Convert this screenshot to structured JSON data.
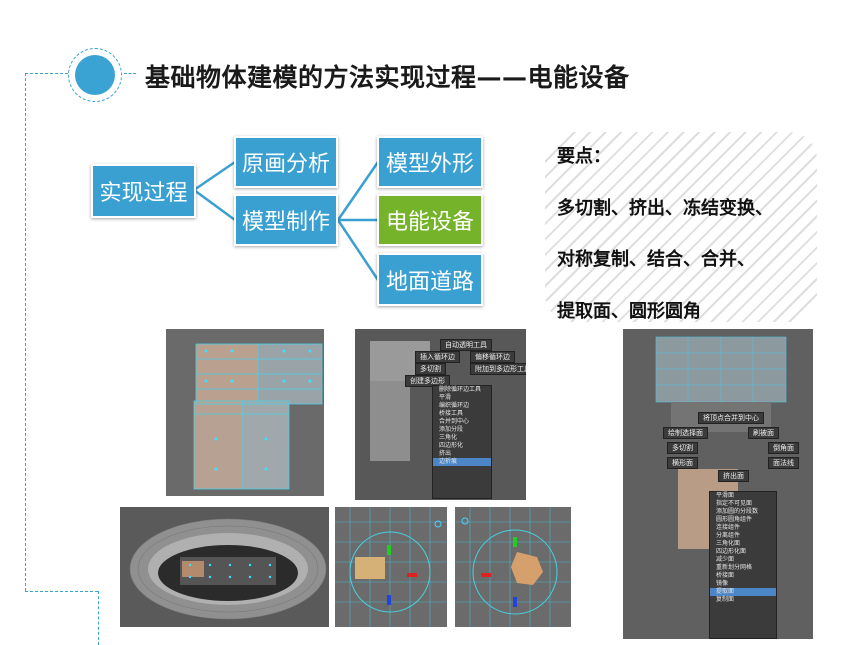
{
  "title": "基础物体建模的方法实现过程——电能设备",
  "mindmap": {
    "root": "实现过程",
    "level1": [
      "原画分析",
      "模型制作"
    ],
    "level2": [
      "模型外形",
      "电能设备",
      "地面道路"
    ]
  },
  "keypoints": {
    "heading": "要点：",
    "lines": [
      "多切割、挤出、冻结变换、",
      "对称复制、结合、合并、",
      "提取面、圆形圆角"
    ]
  },
  "screenshot2": {
    "marking_menu": [
      "自动透明工具",
      "插入循环边",
      "偏移循环边",
      "多切割",
      "附加到多边形工具",
      "创建多边形"
    ],
    "menu": [
      "删除循环边工具",
      "平滑",
      "编织循环边",
      "桥接工具",
      "合并到中心",
      "添加分段",
      "三角化",
      "四边形化",
      "挤出",
      "边折痕"
    ],
    "selected_index": 9
  },
  "screenshot6": {
    "marking_menu": [
      "将顶点合并到中心",
      "绘制选择面",
      "刷被面",
      "多切割",
      "倒角面",
      "横形面",
      "挤出面",
      "面法线"
    ],
    "menu": [
      "平滑面",
      "指定不可见面",
      "添加圆的分段数",
      "圆形圆角组件",
      "连接组件",
      "分离组件",
      "三角化面",
      "四边形化面",
      "减少面",
      "重新划分网格",
      "桥接面",
      "镜像",
      "提取面",
      "复制面"
    ],
    "selected_index": 12
  },
  "colors": {
    "accent": "#3aa0d2",
    "highlight": "#74b32a"
  }
}
